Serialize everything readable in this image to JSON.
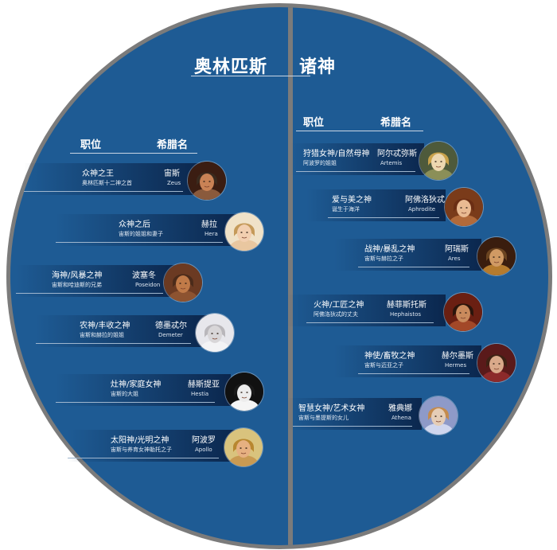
{
  "title": {
    "left": "奥林匹斯",
    "right": "诸神"
  },
  "headers": {
    "left": {
      "role": "职位",
      "greek": "希腊名"
    },
    "right": {
      "role": "职位",
      "greek": "希腊名"
    }
  },
  "colors": {
    "circle_fill": "#1e5b94",
    "circle_border": "#7b7b7b",
    "band_dark": "#0a244a",
    "text": "#ffffff"
  },
  "left_gods": [
    {
      "role": "众神之王",
      "desc": "奥林匹斯十二神之首",
      "name": "宙斯",
      "english": "Zeus",
      "portrait": "zeus-portrait"
    },
    {
      "role": "众神之后",
      "desc": "宙斯的姐姐和妻子",
      "name": "赫拉",
      "english": "Hera",
      "portrait": "hera-portrait"
    },
    {
      "role": "海神/风暴之神",
      "desc": "宙斯和哈迪斯的兄弟",
      "name": "波塞冬",
      "english": "Poseidon",
      "portrait": "poseidon-portrait"
    },
    {
      "role": "农神/丰收之神",
      "desc": "宙斯和赫拉的姐姐",
      "name": "德墨忒尔",
      "english": "Demeter",
      "portrait": "demeter-portrait"
    },
    {
      "role": "灶神/家庭女神",
      "desc": "宙斯的大姐",
      "name": "赫斯提亚",
      "english": "Hestia",
      "portrait": "hestia-portrait"
    },
    {
      "role": "太阳神/光明之神",
      "desc": "宙斯与养育女神勒托之子",
      "name": "阿波罗",
      "english": "Apollo",
      "portrait": "apollo-portrait"
    }
  ],
  "right_gods": [
    {
      "role": "狩猎女神/自然母神",
      "desc": "阿波罗的姐姐",
      "name": "阿尔忒弥斯",
      "english": "Artemis",
      "portrait": "artemis-portrait"
    },
    {
      "role": "爱与美之神",
      "desc": "诞生于海洋",
      "name": "阿佛洛狄忒",
      "english": "Aphrodite",
      "portrait": "aphrodite-portrait"
    },
    {
      "role": "战神/暴乱之神",
      "desc": "宙斯与赫拉之子",
      "name": "阿瑞斯",
      "english": "Ares",
      "portrait": "ares-portrait"
    },
    {
      "role": "火神/工匠之神",
      "desc": "阿佛洛狄忒的丈夫",
      "name": "赫菲斯托斯",
      "english": "Hephaistos",
      "portrait": "hephaistos-portrait"
    },
    {
      "role": "神使/畜牧之神",
      "desc": "宙斯与迈亚之子",
      "name": "赫尔墨斯",
      "english": "Hermes",
      "portrait": "hermes-portrait"
    },
    {
      "role": "智慧女神/艺术女神",
      "desc": "宙斯与墨提斯的女儿",
      "name": "雅典娜",
      "english": "Athena",
      "portrait": "athena-portrait"
    }
  ]
}
